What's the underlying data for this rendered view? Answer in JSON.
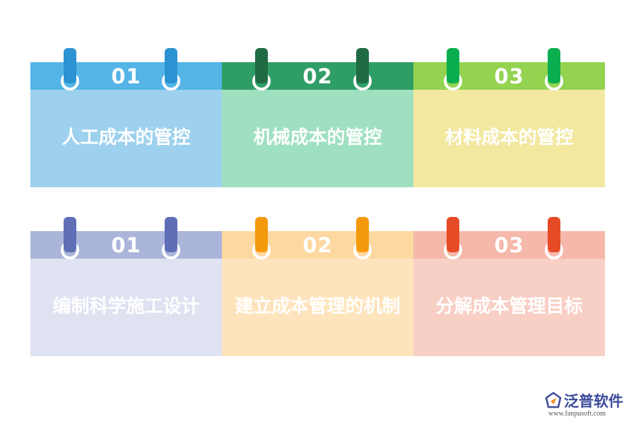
{
  "rows": [
    {
      "cards": [
        {
          "number": "01",
          "label": "人工成本的管控",
          "header_color": "#54b4e6",
          "body_color": "#9dd1ee",
          "clip_color": "#2b93d1"
        },
        {
          "number": "02",
          "label": "机械成本的管控",
          "header_color": "#2f9e66",
          "body_color": "#9fe0c0",
          "clip_color": "#206a44"
        },
        {
          "number": "03",
          "label": "材料成本的管控",
          "header_color": "#93d350",
          "body_color": "#f2e8a0",
          "clip_color": "#0bae4e"
        }
      ]
    },
    {
      "cards": [
        {
          "number": "01",
          "label": "编制科学施工设计",
          "header_color": "#abb5da",
          "body_color": "#dfe2f1",
          "clip_color": "#5e6eb7"
        },
        {
          "number": "02",
          "label": "建立成本管理的机制",
          "header_color": "#fdd8a1",
          "body_color": "#fee4bd",
          "clip_color": "#f59a0c"
        },
        {
          "number": "03",
          "label": "分解成本管理目标",
          "header_color": "#f5b8aa",
          "body_color": "#f8cfc5",
          "clip_color": "#e64a26"
        }
      ]
    }
  ],
  "logo": {
    "name": "泛普软件",
    "url": "www.fanpusoft.com"
  }
}
